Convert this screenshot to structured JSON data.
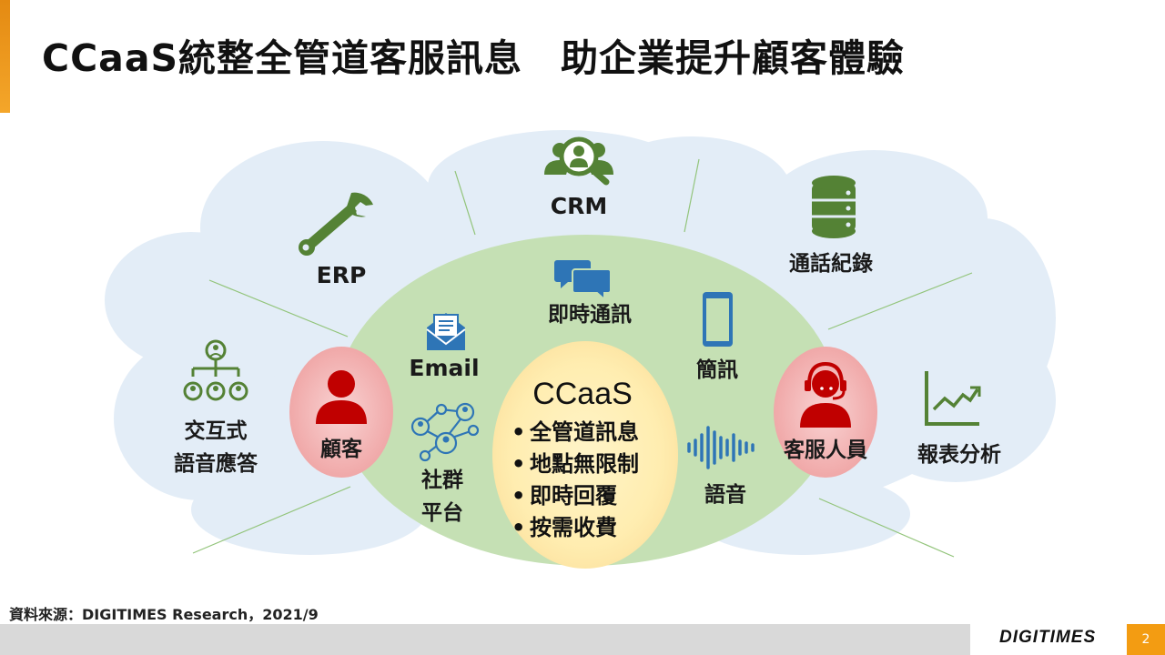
{
  "header": {
    "title": "CCaaS統整全管道客服訊息　助企業提升顧客體驗"
  },
  "colors": {
    "cloud": "#e3edf7",
    "ellipse": "#c5e0b4",
    "core_yellow": "#fff2c2",
    "person_circle": "#f4b6b6",
    "person_icon": "#c00000",
    "channel_icon": "#2e75b6",
    "system_icon": "#548235",
    "accent": "#f39c12"
  },
  "diagram": {
    "core": {
      "title": "CCaaS",
      "features": [
        "全管道訊息",
        "地點無限制",
        "即時回覆",
        "按需收費"
      ]
    },
    "customer": {
      "label": "顧客",
      "icon": "person-icon"
    },
    "agent": {
      "label": "客服人員",
      "icon": "headset-person-icon"
    },
    "channels": [
      {
        "label": "即時通訊",
        "icon": "chat-bubbles-icon"
      },
      {
        "label": "Email",
        "icon": "email-icon"
      },
      {
        "label": "社群",
        "label2": "平台",
        "icon": "social-network-icon"
      },
      {
        "label": "簡訊",
        "icon": "mobile-phone-icon"
      },
      {
        "label": "語音",
        "icon": "sound-wave-icon"
      }
    ],
    "systems": [
      {
        "label": "CRM",
        "icon": "user-search-icon"
      },
      {
        "label": "ERP",
        "icon": "wrench-icon"
      },
      {
        "label": "通話紀錄",
        "icon": "database-icon"
      },
      {
        "label": "交互式",
        "label2": "語音應答",
        "icon": "org-chart-icon"
      },
      {
        "label": "報表分析",
        "icon": "line-chart-icon"
      }
    ]
  },
  "footer": {
    "source": "資料來源：DIGITIMES Research，2021/9",
    "logo": "DIGITIMES",
    "page_number": "2"
  }
}
